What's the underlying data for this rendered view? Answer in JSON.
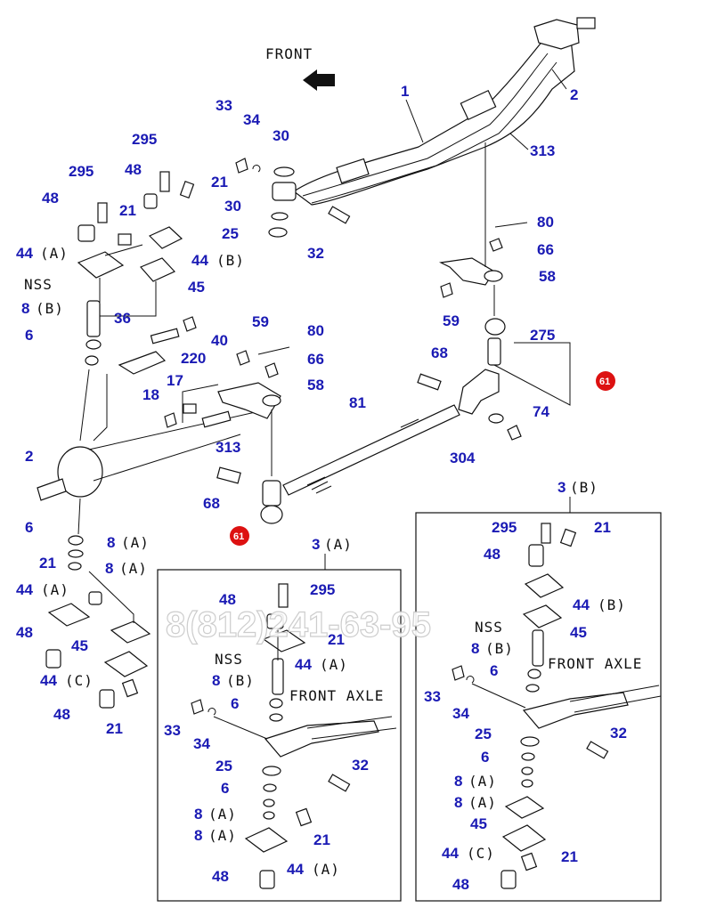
{
  "diagram": {
    "front_label": "FRONT",
    "front_axle_label": "FRONT AXLE",
    "watermark": "8(812)241-63-95",
    "ref_marker": "61",
    "callouts": {
      "c1": "1",
      "c2": "2",
      "c6": "6",
      "c8": "8",
      "c17": "17",
      "c18": "18",
      "c21": "21",
      "c25": "25",
      "c30": "30",
      "c32": "32",
      "c33": "33",
      "c34": "34",
      "c36": "36",
      "c40": "40",
      "c44": "44",
      "c45": "45",
      "c48": "48",
      "c58": "58",
      "c59": "59",
      "c66": "66",
      "c68": "68",
      "c74": "74",
      "c80": "80",
      "c81": "81",
      "c220": "220",
      "c275": "275",
      "c295": "295",
      "c304": "304",
      "c313": "313",
      "nss": "NSS",
      "a": "(A)",
      "b": "(B)",
      "c": "(C)"
    },
    "inset_a": {
      "ref": "3",
      "variant": "(A)"
    },
    "inset_b": {
      "ref": "3",
      "variant": "(B)"
    }
  },
  "colors": {
    "callout": "#1a1ab4",
    "ref_marker": "#dd1111",
    "line": "#111111"
  }
}
